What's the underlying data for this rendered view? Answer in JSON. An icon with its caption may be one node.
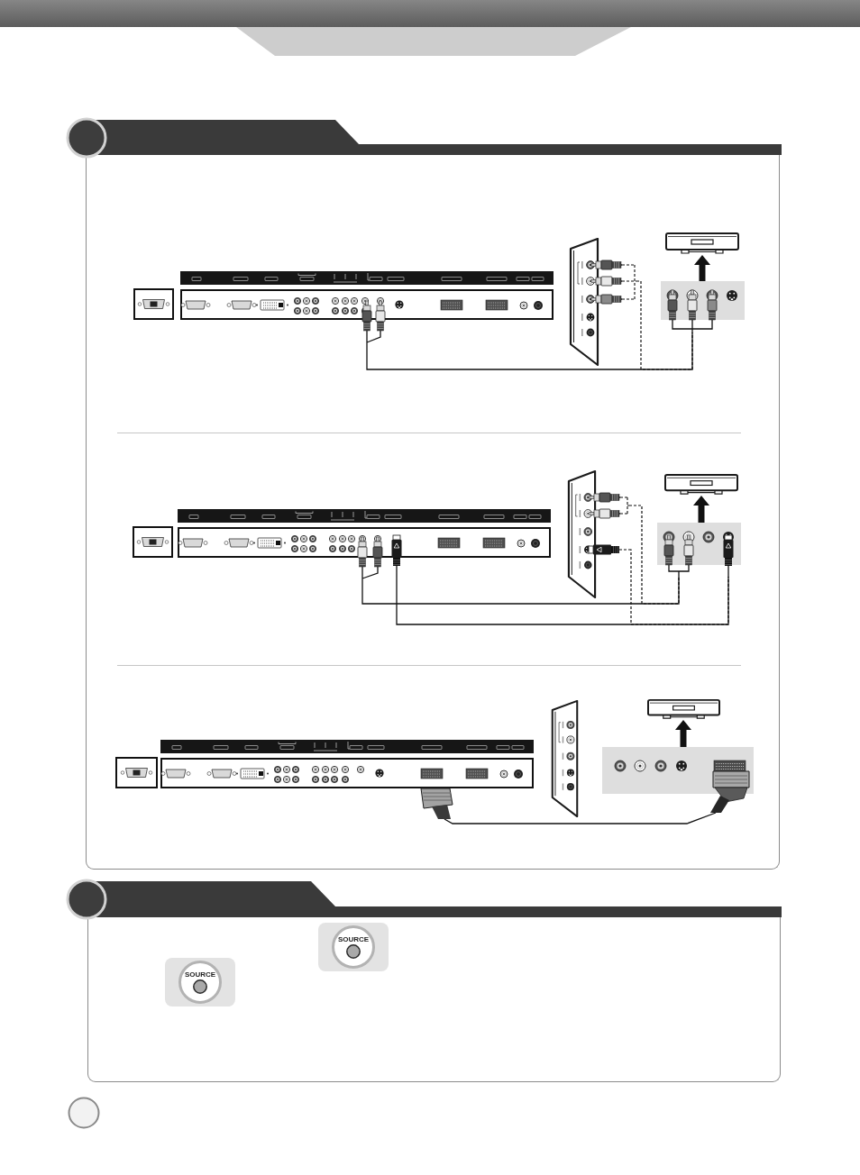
{
  "diagram": {
    "nodes": [
      {
        "text": [],
        "shape": "picture"
      },
      {
        "text": [],
        "shape": "picture"
      },
      {
        "text": [],
        "shape": "picture"
      },
      {
        "text": [],
        "shape": "picture"
      },
      {
        "text": [],
        "shape": "picture"
      },
      {
        "text": [],
        "shape": "picture"
      },
      {
        "text": [],
        "shape": "picture"
      },
      {
        "text": [],
        "shape": "picture"
      },
      {
        "text": [],
        "shape": "picture"
      },
      {
        "text": [],
        "shape": "picture"
      },
      {
        "text": [],
        "shape": "picture"
      },
      {
        "text": [],
        "shape": "picture"
      },
      {
        "text": [
          "SOURCE"
        ]
      },
      {
        "text": [
          "SOURCE"
        ]
      }
    ],
    "edges": [
      {
        "from": 0,
        "to": 3,
        "arrow": "none"
      },
      {
        "from": 1,
        "to": 3,
        "arrow": "none",
        "style": "dashed"
      },
      {
        "from": 3,
        "to": 2,
        "arrow": "to",
        "style": "thick"
      },
      {
        "from": 4,
        "to": 7,
        "arrow": "none"
      },
      {
        "from": 4,
        "to": 7,
        "arrow": "none"
      },
      {
        "from": 5,
        "to": 7,
        "arrow": "none",
        "style": "dashed"
      },
      {
        "from": 5,
        "to": 7,
        "arrow": "none",
        "style": "dashed"
      },
      {
        "from": 7,
        "to": 6,
        "arrow": "to",
        "style": "thick"
      },
      {
        "from": 8,
        "to": 11,
        "arrow": "none"
      },
      {
        "from": 11,
        "to": 10,
        "arrow": "to",
        "style": "thick"
      }
    ]
  }
}
